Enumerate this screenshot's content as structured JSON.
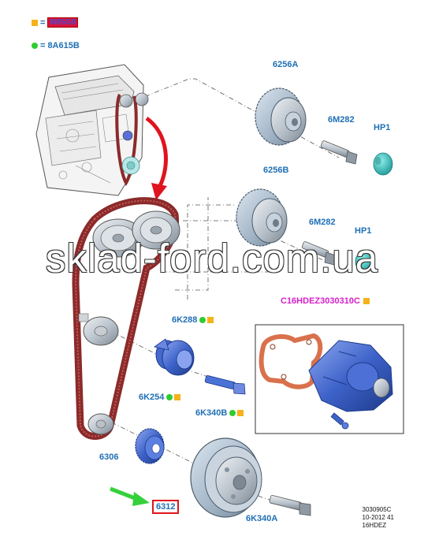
{
  "legend": [
    {
      "marker": "square",
      "color": "#f5b21a",
      "code": "8M5G8"
    },
    {
      "marker": "dot",
      "color": "#2ecc2e",
      "code": "8A615B"
    }
  ],
  "parts": {
    "cam_pulley_top": "6256A",
    "bolt_top": "6M282",
    "plug_top": "HP1",
    "cam_pulley_bottom": "6256B",
    "bolt_bottom": "6M282",
    "plug_bottom": "HP1",
    "timing_belt": "6K288",
    "tensioner": "6K254",
    "tensioner_bolt": "6K340B",
    "idler": "6306",
    "crank_pulley": "6312",
    "crank_bolt": "6K340A"
  },
  "kit_label": "C16HDEZ3030310C",
  "watermark": "sklad-ford.com.ua",
  "reference": {
    "line1": "3030905C",
    "line2": "10-2012 41",
    "line3": "16HDEZ"
  },
  "colors": {
    "label_blue": "#1f6fb5",
    "kit_magenta": "#d61fc9",
    "belt": "#8b2a2a",
    "part_blue": "#3d62c9",
    "part_cyan": "#2ab3b3",
    "accent_red": "#e0141e",
    "arrow_green": "#35d13a"
  }
}
